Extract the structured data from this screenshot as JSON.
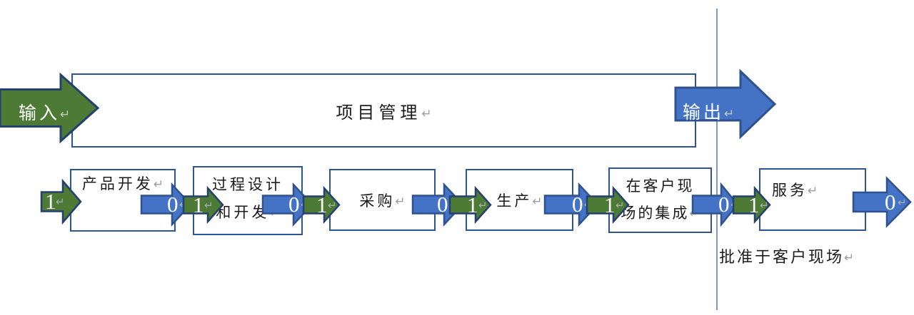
{
  "colors": {
    "green_fill": "#4d7a34",
    "green_border": "#24406e",
    "blue_fill": "#4472c4",
    "blue_border": "#2f528f",
    "box_border": "#2f5496",
    "divider_line": "#7b98d0",
    "return_mark_gray": "#9e9e9e",
    "text": "#1c1c1c",
    "arrow_text": "#ffffff"
  },
  "marks": {
    "return": "↵"
  },
  "top_band": {
    "input_label": "输入",
    "project_title": "项目管理",
    "output_label": "输出"
  },
  "process_row": {
    "start_value": "1",
    "boxes": [
      {
        "lines": [
          "产品开发"
        ]
      },
      {
        "lines": [
          "过程设计",
          "和开发"
        ]
      },
      {
        "lines": [
          "采购"
        ]
      },
      {
        "lines": [
          "生产"
        ]
      },
      {
        "lines": [
          "在客户现",
          "场的集成"
        ]
      },
      {
        "lines": [
          "服务"
        ]
      }
    ],
    "junctions": [
      {
        "blue_value": "0",
        "green_value": "1"
      },
      {
        "blue_value": "0",
        "green_value": "1"
      },
      {
        "blue_value": "0",
        "green_value": "1"
      },
      {
        "blue_value": "0",
        "green_value": "1"
      },
      {
        "blue_value": "0",
        "green_value": "1"
      }
    ],
    "end_value": "0"
  },
  "footnote": "批准于客户现场"
}
